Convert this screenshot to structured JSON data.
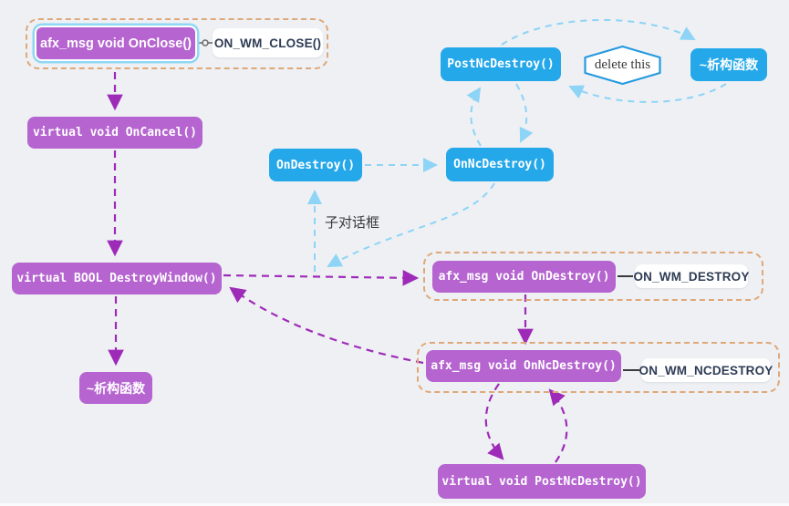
{
  "diagram": {
    "background": "#eef0f4",
    "colors": {
      "purple_node": "#b564d0",
      "blue_node": "#25a8ea",
      "purple_arrow": "#9e2bb8",
      "blue_arrow": "#8dd4f6",
      "group_border": "#dfa878",
      "white_node_text": "#2e3c55",
      "selected_outline": "#8fd7f5"
    },
    "nodes": {
      "onclose": "afx_msg void OnClose()",
      "on_wm_close": "ON_WM_CLOSE()",
      "oncancel": "virtual void OnCancel()",
      "destroywindow": "virtual BOOL DestroyWindow()",
      "destructor_purple": "~析构函数",
      "ondestroy_blue": "OnDestroy()",
      "onncdestroy_blue": "OnNcDestroy()",
      "postncdestroy_blue": "PostNcDestroy()",
      "delete_this": "delete this",
      "destructor_blue": "~析构函数",
      "ondestroy_msg": "afx_msg void OnDestroy()",
      "on_wm_destroy": "ON_WM_DESTROY",
      "onncdestroy_msg": "afx_msg void OnNcDestroy()",
      "on_wm_ncdestroy": "ON_WM_NCDESTROY",
      "postncdestroy_virtual": "virtual void PostNcDestroy()"
    },
    "labels": {
      "child_dialog": "子对话框"
    },
    "edges": [
      {
        "from": "afx_msg void OnClose()",
        "to": "ON_WM_CLOSE()",
        "style": "solid-circle"
      },
      {
        "from": "afx_msg void OnDestroy()",
        "to": "ON_WM_DESTROY",
        "style": "solid"
      },
      {
        "from": "afx_msg void OnNcDestroy()",
        "to": "ON_WM_NCDESTROY",
        "style": "solid"
      },
      {
        "from": "afx_msg void OnClose()",
        "to": "virtual void OnCancel()",
        "style": "purple-dashed"
      },
      {
        "from": "virtual void OnCancel()",
        "to": "virtual BOOL DestroyWindow()",
        "style": "purple-dashed"
      },
      {
        "from": "virtual BOOL DestroyWindow()",
        "to": "~析构函数",
        "style": "purple-dashed"
      },
      {
        "from": "virtual BOOL DestroyWindow()",
        "to": "afx_msg void OnDestroy()",
        "style": "purple-dashed"
      },
      {
        "from": "afx_msg void OnDestroy()",
        "to": "afx_msg void OnNcDestroy()",
        "style": "purple-dashed"
      },
      {
        "from": "afx_msg void OnNcDestroy()",
        "to": "virtual BOOL DestroyWindow()",
        "style": "purple-dashed"
      },
      {
        "from": "afx_msg void OnNcDestroy()",
        "to": "virtual void PostNcDestroy()",
        "style": "purple-dashed"
      },
      {
        "from": "virtual void PostNcDestroy()",
        "to": "afx_msg void OnNcDestroy()",
        "style": "purple-dashed"
      },
      {
        "from": "OnDestroy()",
        "to": "OnNcDestroy()",
        "style": "blue-dashed"
      },
      {
        "from": "OnNcDestroy()",
        "to": "PostNcDestroy()",
        "style": "blue-dashed"
      },
      {
        "from": "PostNcDestroy()",
        "to": "OnNcDestroy()",
        "style": "blue-dashed"
      },
      {
        "from": "PostNcDestroy()",
        "to": "~析构函数",
        "style": "blue-dashed"
      },
      {
        "from": "~析构函数",
        "to": "PostNcDestroy()",
        "style": "blue-dashed"
      },
      {
        "from": "OnNcDestroy()",
        "to": "destroywindow-junction",
        "style": "blue-dashed"
      },
      {
        "from": "destroywindow-junction",
        "to": "OnDestroy()",
        "style": "blue-dashed",
        "label": "子对话框"
      }
    ]
  }
}
